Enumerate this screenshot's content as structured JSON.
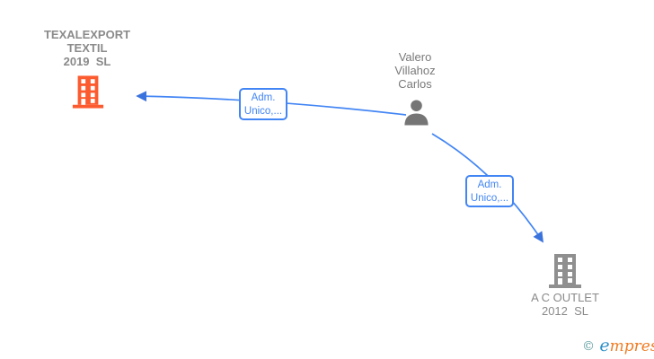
{
  "colors": {
    "edge_blue": "#4285f4",
    "arrow_blue": "#3b73dd",
    "label_blue": "#4285f4",
    "company_text_gray": "#8a8a8a",
    "person_text_gray": "#7a7a7a",
    "building_orange": "#fb5b2e",
    "building_gray": "#8f8f8f",
    "person_icon_gray": "#757575",
    "brand_copyright_teal": "#5f9ea0",
    "brand_e_blue": "#2d8fc5",
    "brand_rest_orange": "#ef7c23"
  },
  "nodes": {
    "company_main": {
      "type": "company",
      "icon": "building-icon",
      "line1": "TEXALEXPORT",
      "line2": "TEXTIL",
      "line3": "2019  SL"
    },
    "person": {
      "type": "person",
      "icon": "person-icon",
      "line1": "Valero",
      "line2": "Villahoz",
      "line3": "Carlos"
    },
    "company_secondary": {
      "type": "company",
      "icon": "building-icon",
      "line1": "A C OUTLET",
      "line2": "2012  SL"
    }
  },
  "edges": {
    "edge1": {
      "from": "Valero Villahoz Carlos",
      "to": "TEXALEXPORT TEXTIL 2019 SL",
      "label_line1": "Adm.",
      "label_line2": "Unico,..."
    },
    "edge2": {
      "from": "Valero Villahoz Carlos",
      "to": "A C OUTLET 2012 SL",
      "label_line1": "Adm.",
      "label_line2": "Unico,..."
    }
  },
  "watermark": {
    "copyright": "©",
    "brand_initial": "e",
    "brand_rest": "mpresia"
  }
}
